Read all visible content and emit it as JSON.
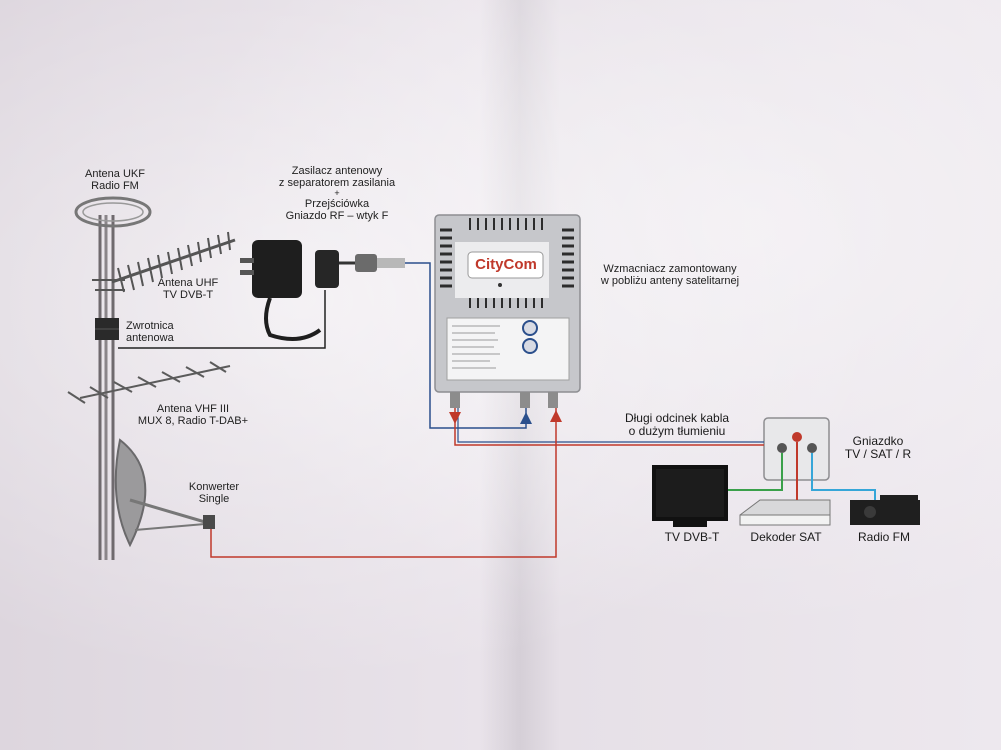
{
  "labels": {
    "antenna_ukf": [
      "Antena UKF",
      "Radio FM"
    ],
    "power_supply": [
      "Zasilacz antenowy",
      "z separatorem zasilania",
      "+",
      "Przejściówka",
      "Gniazdo RF – wtyk F"
    ],
    "antenna_uhf": [
      "Antena UHF",
      "TV DVB-T"
    ],
    "combiner": [
      "Zwrotnica",
      "antenowa"
    ],
    "antenna_vhf": [
      "Antena VHF III",
      "MUX 8, Radio T-DAB+"
    ],
    "converter": [
      "Konwerter",
      "Single"
    ],
    "amplifier_note": [
      "Wzmacniacz zamontowany",
      "w pobliżu anteny satelitarnej"
    ],
    "cable_note": [
      "Długi odcinek kabla",
      "o dużym tłumieniu"
    ],
    "wall_socket": [
      "Gniazdko",
      "TV / SAT / R"
    ],
    "tv": "TV DVB-T",
    "decoder": "Dekoder SAT",
    "radio": "Radio FM"
  },
  "amplifier_brand": "CityCom",
  "colors": {
    "cable_blue": "#2b4f8c",
    "cable_red": "#c0392b",
    "cable_green": "#3aa04a",
    "cable_cyan": "#36a6d8",
    "cable_black": "#222222",
    "brand_red": "#c0392b"
  }
}
